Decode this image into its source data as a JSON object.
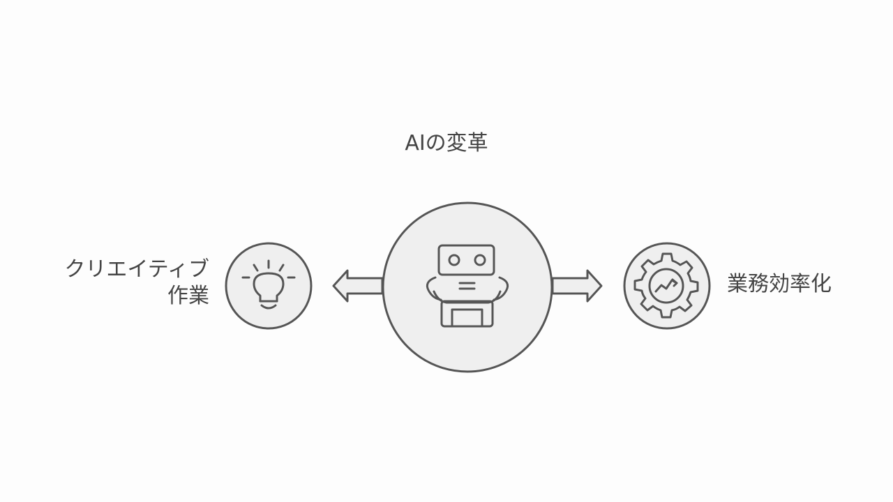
{
  "title": "AIの変革",
  "left": {
    "label_line1": "クリエイティブ",
    "label_line2": "作業",
    "icon": "lightbulb-icon"
  },
  "center": {
    "icon": "robot-icon"
  },
  "right": {
    "label": "業務効率化",
    "icon": "gear-chart-icon"
  },
  "colors": {
    "stroke": "#555555",
    "fill": "#efefef",
    "background": "#fdfdfd"
  }
}
